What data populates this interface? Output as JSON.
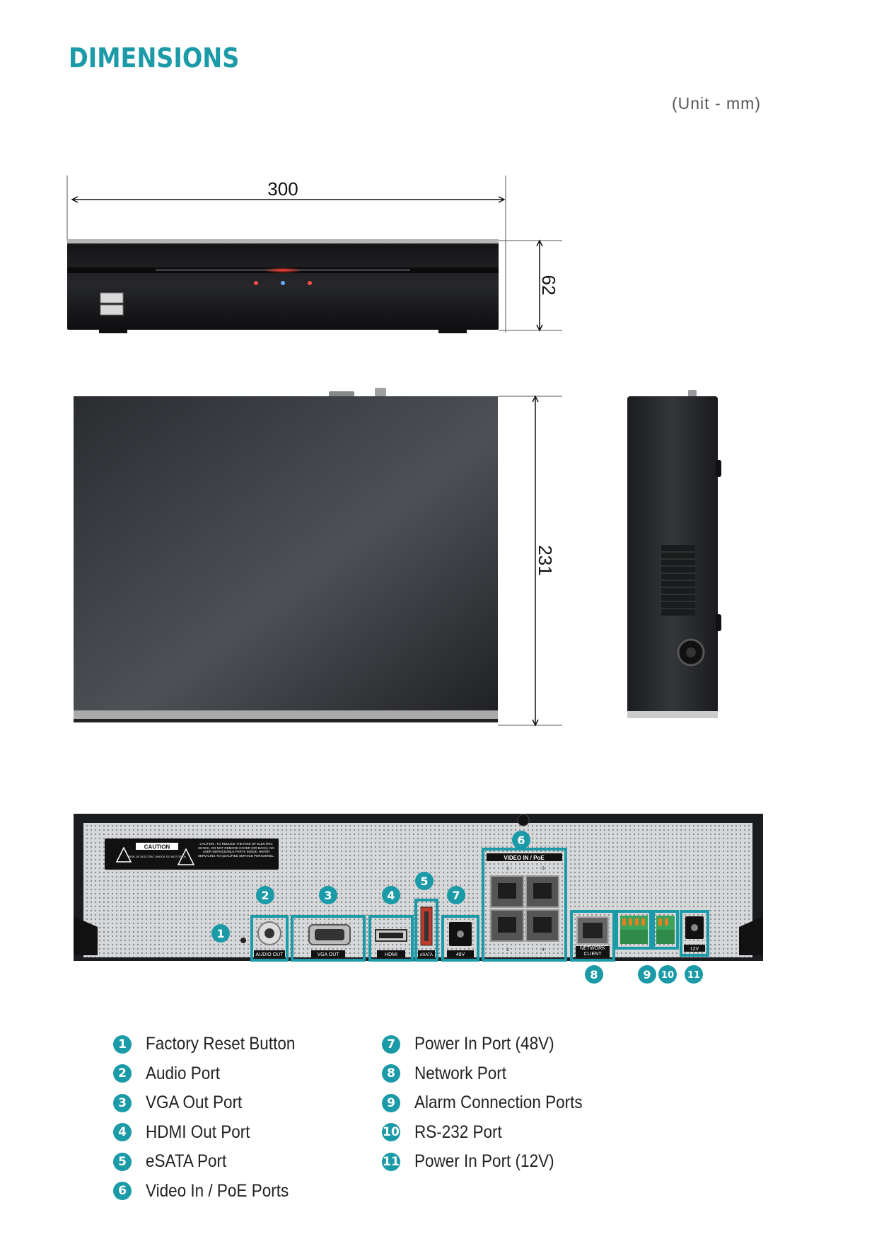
{
  "header": {
    "title": "DIMENSIONS",
    "unit": "(Unit - mm)"
  },
  "dimensions": {
    "width": "300",
    "height": "62",
    "depth": "231"
  },
  "colors": {
    "accent": "#1b9aa7",
    "device_dark": "#1c1d20",
    "panel_gray": "#c9cacc"
  },
  "rear_panel": {
    "caution_title": "CAUTION",
    "caution_sub": "RISK OF ELECTRIC SHOCK DO NOT OPEN",
    "caution_text": "CAUTION : TO REDUCE THE RISK OF ELECTRIC SHOCK, DO NOT REMOVE COVER (OR BACK). NO USER SERVICEABLE PARTS INSIDE. REFER SERVICING TO QUALIFIED SERVICE PERSONNEL.",
    "port_labels": {
      "audio": "AUDIO OUT",
      "vga": "VGA OUT",
      "hdmi": "HDMI",
      "esata": "eSATA",
      "p48": "48V",
      "video_in": "VIDEO IN / PoE",
      "video_top": [
        "1",
        "3"
      ],
      "video_bottom": [
        "2",
        "4"
      ],
      "network": "NETWORK CLIENT",
      "p12": "12V"
    },
    "callouts": [
      "1",
      "2",
      "3",
      "4",
      "5",
      "6",
      "7",
      "8",
      "9",
      "10",
      "11"
    ]
  },
  "legend": {
    "left": [
      {
        "num": "1",
        "label": "Factory Reset Button"
      },
      {
        "num": "2",
        "label": "Audio Port"
      },
      {
        "num": "3",
        "label": "VGA Out Port"
      },
      {
        "num": "4",
        "label": "HDMI Out Port"
      },
      {
        "num": "5",
        "label": "eSATA Port"
      },
      {
        "num": "6",
        "label": "Video In / PoE Ports"
      }
    ],
    "right": [
      {
        "num": "7",
        "label": "Power In Port (48V)"
      },
      {
        "num": "8",
        "label": "Network Port"
      },
      {
        "num": "9",
        "label": "Alarm Connection Ports"
      },
      {
        "num": "10",
        "label": "RS-232 Port"
      },
      {
        "num": "11",
        "label": "Power In Port (12V)"
      }
    ]
  }
}
